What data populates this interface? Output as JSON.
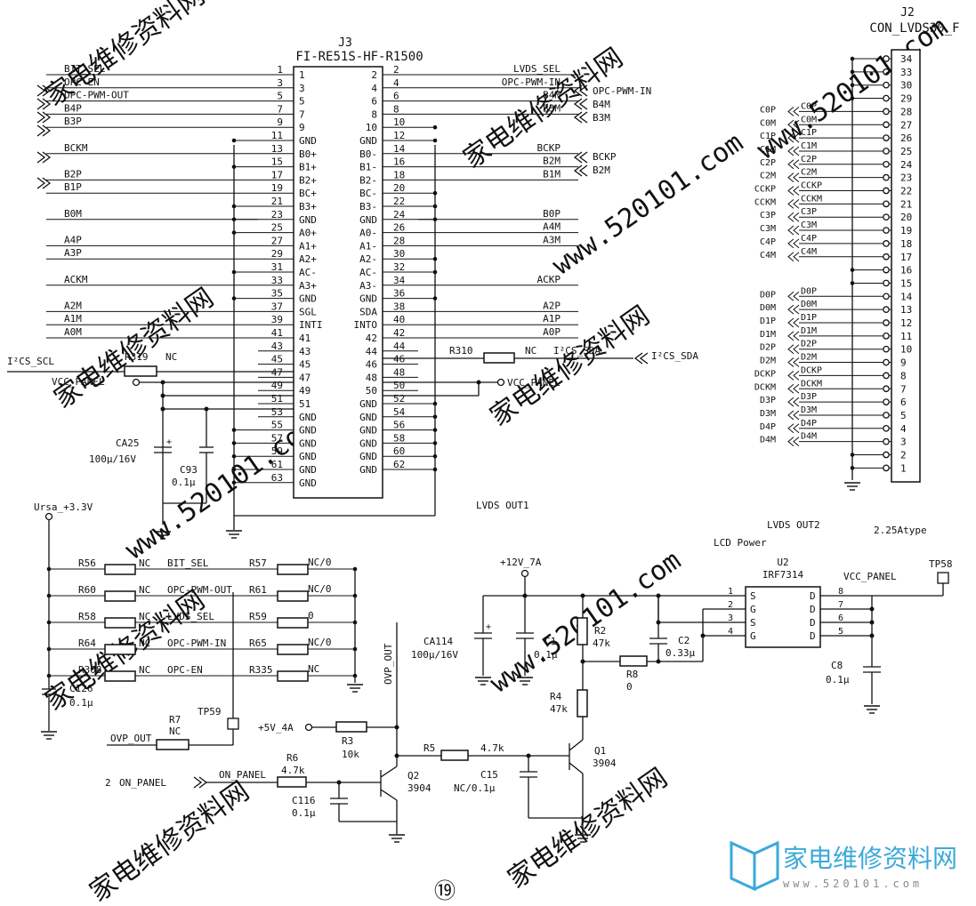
{
  "watermark": {
    "cn": "家电维修资料网",
    "url": "www.520101.com",
    "logo_cn": "家电维修资料网",
    "logo_url": "www.520101.com"
  },
  "page_number": "⑲",
  "j3": {
    "ref": "J3",
    "part": "FI-RE51S-HF-R1500",
    "left_pins": [
      "1",
      "3",
      "5",
      "7",
      "9",
      "11",
      "13",
      "15",
      "17",
      "19",
      "21",
      "23",
      "25",
      "27",
      "29",
      "31",
      "33",
      "35",
      "37",
      "39",
      "41",
      "43",
      "45",
      "47",
      "49",
      "51",
      "53",
      "55",
      "57",
      "59",
      "61",
      "63"
    ],
    "left_names": [
      "1",
      "3",
      "5",
      "7",
      "9",
      "GND",
      "B0+",
      "B1+",
      "B2+",
      "BC+",
      "B3+",
      "GND",
      "A0+",
      "A1+",
      "A2+",
      "AC-",
      "A3+",
      "GND",
      "SGL",
      "INTI",
      "41",
      "43",
      "45",
      "47",
      "49",
      "51",
      "GND",
      "GND",
      "GND",
      "GND",
      "GND",
      "GND"
    ],
    "right_pins": [
      "2",
      "4",
      "6",
      "8",
      "10",
      "12",
      "14",
      "16",
      "18",
      "20",
      "22",
      "24",
      "26",
      "28",
      "30",
      "32",
      "34",
      "36",
      "38",
      "40",
      "42",
      "44",
      "46",
      "48",
      "50",
      "52",
      "54",
      "56",
      "58",
      "60",
      "62"
    ],
    "right_names": [
      "2",
      "4",
      "6",
      "8",
      "10",
      "GND",
      "B0-",
      "B1-",
      "B2-",
      "BC-",
      "B3-",
      "GND",
      "A0-",
      "A1-",
      "A2-",
      "AC-",
      "A3-",
      "GND",
      "SDA",
      "INTO",
      "42",
      "44",
      "46",
      "48",
      "50",
      "GND",
      "GND",
      "GND",
      "GND",
      "GND",
      "GND"
    ],
    "left_signals": [
      "BIT_SEL",
      "OPC-EN",
      "OPC-PWM-OUT",
      "B4P",
      "B3P",
      "",
      "BCKM",
      "",
      "B2P",
      "B1P",
      "",
      "B0M",
      "",
      "A4P",
      "A3P",
      "",
      "ACKM",
      "",
      "A2M",
      "A1M",
      "A0M"
    ],
    "right_signals": [
      "LVDS_SEL",
      "OPC-PWM-IN",
      "B4M",
      "B3M",
      "",
      "",
      "BCKP",
      "B2M",
      "B1M",
      "",
      "",
      "B0P",
      "A4M",
      "A3M",
      "",
      "",
      "ACKP",
      "",
      "A2P",
      "A1P",
      "A0P"
    ],
    "port_labels": [
      "OPC-PWM-IN",
      "B4M",
      "B3M",
      "BCKP",
      "B2M"
    ]
  },
  "j2": {
    "ref": "J2",
    "part": "CON_LVDS30_F",
    "pins": [
      "34",
      "33",
      "30",
      "29",
      "28",
      "27",
      "26",
      "25",
      "24",
      "23",
      "22",
      "21",
      "20",
      "19",
      "18",
      "17",
      "16",
      "15",
      "14",
      "13",
      "12",
      "11",
      "10",
      "9",
      "8",
      "7",
      "6",
      "5",
      "4",
      "3",
      "2",
      "1"
    ],
    "inner": [
      "",
      "",
      "",
      "",
      "C0P",
      "C0M",
      "C1P",
      "C1M",
      "C2P",
      "C2M",
      "CCKP",
      "CCKM",
      "C3P",
      "C3M",
      "C4P",
      "C4M",
      "",
      "",
      "D0P",
      "D0M",
      "D1P",
      "D1M",
      "D2P",
      "D2M",
      "DCKP",
      "DCKM",
      "D3P",
      "D3M",
      "D4P",
      "D4M",
      "",
      ""
    ],
    "outer": [
      "",
      "",
      "",
      "",
      "C0P",
      "C0M",
      "C1P",
      "C1M",
      "C2P",
      "C2M",
      "CCKP",
      "CCKM",
      "C3P",
      "C3M",
      "C4P",
      "C4M",
      "",
      "",
      "D0P",
      "D0M",
      "D1P",
      "D1M",
      "D2P",
      "D2M",
      "DCKP",
      "DCKM",
      "D3P",
      "D3M",
      "D4P",
      "D4M",
      "",
      ""
    ]
  },
  "i2c": {
    "scl": "I²CS_SCL",
    "sda": "I²CS_SDA",
    "sda_port": "I²CS_SDA",
    "r319": "R319",
    "r319_val": "NC",
    "r310": "R310",
    "r310_val": "NC"
  },
  "vcc": {
    "left": "VCC_PANEL",
    "right": "VCC_PANEL",
    "ca25": "CA25",
    "ca25_val": "100μ/16V",
    "c93": "C93",
    "c93_val": "0.1μ"
  },
  "titles": {
    "lvds_out1": "LVDS OUT1",
    "lvds_out2": "LVDS OUT2",
    "atype": "2.25Atype",
    "lcd_power": "LCD Power"
  },
  "resistor_bank": {
    "supply": "Ursa_+3.3V",
    "rows": [
      {
        "left": "R56",
        "left_val": "NC",
        "net": "BIT_SEL",
        "right": "R57",
        "right_val": "NC/0"
      },
      {
        "left": "R60",
        "left_val": "NC",
        "net": "OPC-PWM-OUT",
        "right": "R61",
        "right_val": "NC/0"
      },
      {
        "left": "R58",
        "left_val": "NC",
        "net": "LVDS_SEL",
        "right": "R59",
        "right_val": "0"
      },
      {
        "left": "R64",
        "left_val": "NC",
        "net": "OPC-PWM-IN",
        "right": "R65",
        "right_val": "NC/0"
      },
      {
        "left": "R308",
        "left_val": "NC",
        "net": "OPC-EN",
        "right": "R335",
        "right_val": "NC"
      }
    ],
    "c126": "C126",
    "c126_val": "0.1μ"
  },
  "ovp": {
    "label": "OVP_OUT",
    "r7": "R7",
    "r7_val": "NC",
    "tp59": "TP59",
    "net_vert": "OVP_OUT"
  },
  "power": {
    "v5": "+5V_4A",
    "r3": "R3",
    "r3_val": "10k",
    "r5": "R5",
    "r5_val": "4.7k",
    "r6": "R6",
    "r6_val": "4.7k",
    "on_panel_num": "2",
    "on_panel_port": "ON_PANEL",
    "on_panel_net": "ON_PANEL",
    "q2": "Q2",
    "q2_val": "3904",
    "q1": "Q1",
    "q1_val": "3904",
    "c116": "C116",
    "c116_val": "0.1μ",
    "c15": "C15",
    "c15_val": "NC/0.1μ",
    "v12": "+12V_7A",
    "ca114": "CA114",
    "ca114_val": "100μ/16V",
    "c1": "C1",
    "c1_val": "0.1μ",
    "r2": "R2",
    "r2_val": "47k",
    "r4": "R4",
    "r4_val": "47k",
    "r8": "R8",
    "r8_val": "0",
    "c2": "C2",
    "c2_val": "0.33μ",
    "u2": "U2",
    "u2_part": "IRF7314",
    "u2_left": [
      "S",
      "G",
      "S",
      "G"
    ],
    "u2_right": [
      "D",
      "D",
      "D",
      "D"
    ],
    "u2_lpins": [
      "1",
      "2",
      "3",
      "4"
    ],
    "u2_rpins": [
      "8",
      "7",
      "6",
      "5"
    ],
    "vcc_panel": "VCC_PANEL",
    "tp58": "TP58",
    "c8": "C8",
    "c8_val": "0.1μ"
  }
}
